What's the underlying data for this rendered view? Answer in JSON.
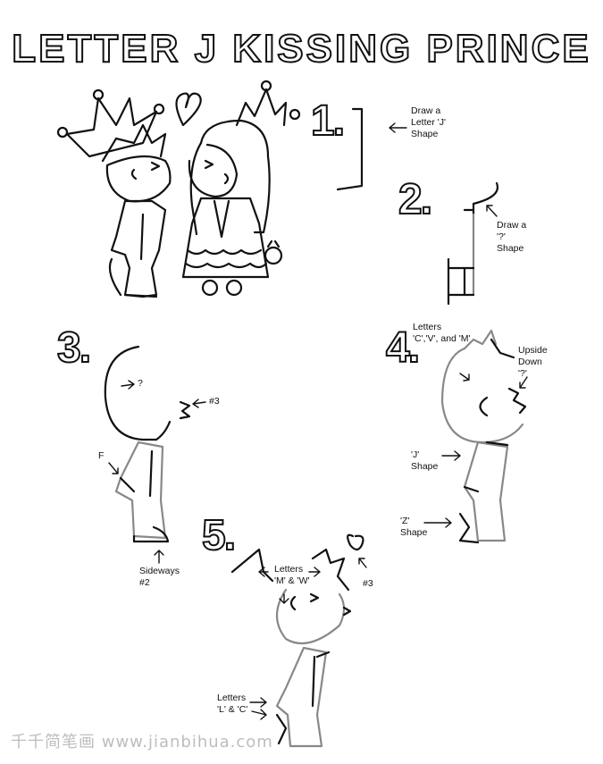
{
  "title": "LETTER J KISSING PRINCE",
  "steps": {
    "s1": {
      "num": "1.",
      "label": "Draw a\nLetter 'J'\nShape"
    },
    "s2": {
      "num": "2.",
      "label": "Draw a\n'?'\nShape"
    },
    "s3": {
      "num": "3.",
      "q": "?",
      "kiss": "#3",
      "f": "F",
      "sideways": "Sideways\n#2"
    },
    "s4": {
      "num": "4.",
      "letters": "Letters\n'C','V', and 'M'",
      "upside": "Upside\nDown\n'?'",
      "jshape": "'J'\nShape",
      "zshape": "'Z'\nShape"
    },
    "s5": {
      "num": "5.",
      "mw": "Letters\n'M' & 'W'",
      "heart3": "#3",
      "lc": "Letters\n'L' & 'C'"
    }
  },
  "watermark": "千千简笔画 www.jianbihua.com"
}
